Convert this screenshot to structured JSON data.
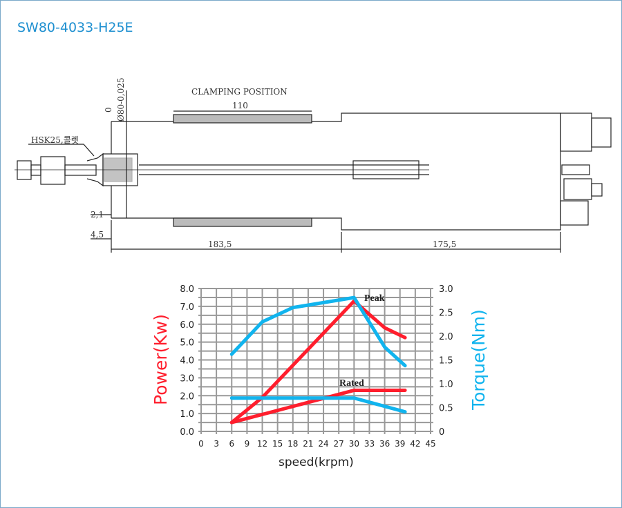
{
  "title": "SW80-4033-H25E",
  "drawing": {
    "clamping_label": "CLAMPING POSITION",
    "clamping_dim": "110",
    "diameter_top": "0",
    "diameter_label": "Ø80-0,025",
    "hsk_label": "HSK25,콜렛",
    "dim_2_1": "2,1",
    "dim_4_5": "4,5",
    "dim_183_5": "183,5",
    "dim_175_5": "175,5"
  },
  "chart_data": {
    "type": "line",
    "xlabel": "speed(krpm)",
    "ylabel": "Power(Kw)",
    "y2label": "Torque(Nm)",
    "xlim": [
      0,
      45
    ],
    "ylim": [
      0,
      8
    ],
    "y2lim": [
      0,
      3
    ],
    "xticks": [
      "0",
      "3",
      "6",
      "9",
      "12",
      "15",
      "18",
      "21",
      "24",
      "27",
      "30",
      "33",
      "36",
      "39",
      "42",
      "45"
    ],
    "yticks": [
      "0.0",
      "1.0",
      "2.0",
      "3.0",
      "4.0",
      "5.0",
      "6.0",
      "7.0",
      "8.0"
    ],
    "y2ticks": [
      "0",
      "0.5",
      "1.0",
      "1.5",
      "2.0",
      "2.5",
      "3.0"
    ],
    "grid": true,
    "annotations": [
      "Peak",
      "Rated"
    ],
    "series": [
      {
        "name": "Peak power",
        "axis": "left",
        "color": "#ff1e2d",
        "x": [
          6,
          12,
          30,
          36,
          40
        ],
        "y": [
          0.5,
          1.9,
          7.3,
          5.8,
          5.25
        ]
      },
      {
        "name": "Rated power",
        "axis": "left",
        "color": "#ff1e2d",
        "x": [
          6,
          30,
          40
        ],
        "y": [
          0.5,
          2.3,
          2.3
        ]
      },
      {
        "name": "Peak torque",
        "axis": "right",
        "color": "#11b4ee",
        "x": [
          6,
          12,
          18,
          30,
          36,
          40
        ],
        "y": [
          1.62,
          2.3,
          2.6,
          2.81,
          1.77,
          1.38
        ]
      },
      {
        "name": "Rated torque",
        "axis": "right",
        "color": "#11b4ee",
        "x": [
          6,
          30,
          40
        ],
        "y": [
          0.7,
          0.7,
          0.41
        ]
      }
    ]
  }
}
